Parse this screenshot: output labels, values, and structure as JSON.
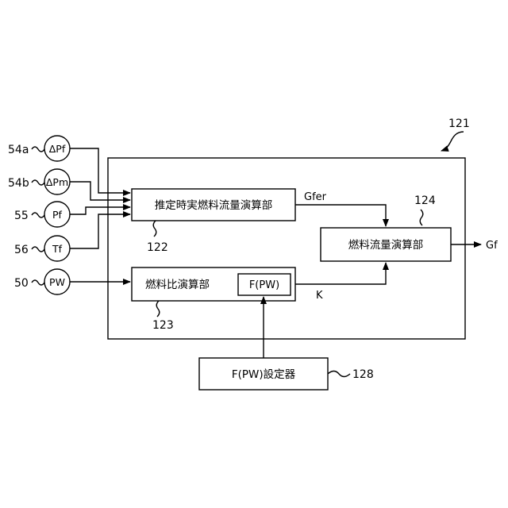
{
  "inputs": [
    {
      "ref": "54a",
      "symbol": "ΔPf"
    },
    {
      "ref": "54b",
      "symbol": "ΔPm"
    },
    {
      "ref": "55",
      "symbol": "Pf"
    },
    {
      "ref": "56",
      "symbol": "Tf"
    },
    {
      "ref": "50",
      "symbol": "PW"
    }
  ],
  "enclosure": {
    "ref": "121"
  },
  "blocks": {
    "estimator": {
      "label": "推定時実燃料流量演算部",
      "ref": "122"
    },
    "ratio": {
      "label": "燃料比演算部",
      "ref": "123",
      "inner_label": "F(PW)"
    },
    "flow": {
      "label": "燃料流量演算部",
      "ref": "124"
    },
    "setter": {
      "label": "F(PW)設定器",
      "ref": "128"
    }
  },
  "signals": {
    "gfer": "Gfer",
    "k": "K",
    "output": "Gf"
  }
}
